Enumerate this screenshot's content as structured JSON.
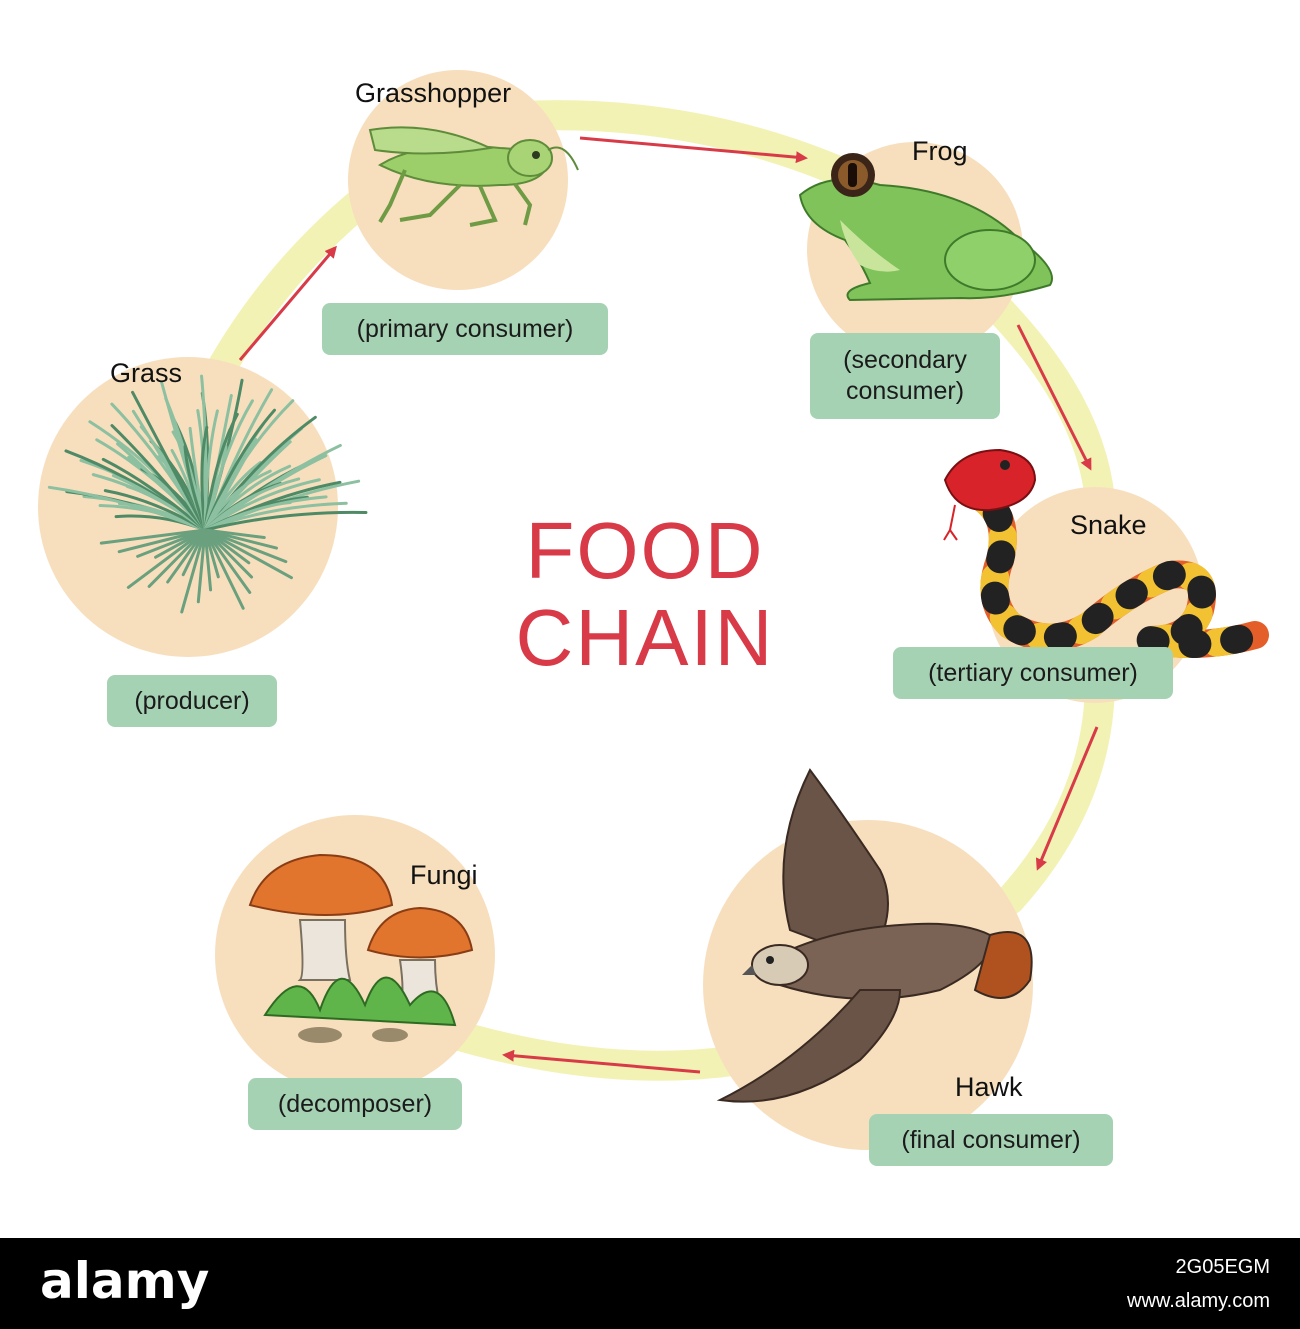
{
  "title": {
    "line1": "FOOD",
    "line2": "CHAIN"
  },
  "colors": {
    "ring": "#f3f2b5",
    "circle": "#f7dfbe",
    "arrow": "#d83a48",
    "badge": "#a6d2b4",
    "title": "#d83a48"
  },
  "organisms": [
    {
      "name": "Grass",
      "role": "(producer)",
      "icon": "grass-icon"
    },
    {
      "name": "Grasshopper",
      "role": "(primary consumer)",
      "icon": "grasshopper-icon"
    },
    {
      "name": "Frog",
      "role": "(secondary\nconsumer)",
      "icon": "frog-icon"
    },
    {
      "name": "Snake",
      "role": "(tertiary consumer)",
      "icon": "snake-icon"
    },
    {
      "name": "Hawk",
      "role": "(final consumer)",
      "icon": "hawk-icon"
    },
    {
      "name": "Fungi",
      "role": "(decomposer)",
      "icon": "mushroom-icon"
    }
  ],
  "footer": {
    "logo": "alamy",
    "image_code": "2G05EGM",
    "url": "www.alamy.com"
  }
}
